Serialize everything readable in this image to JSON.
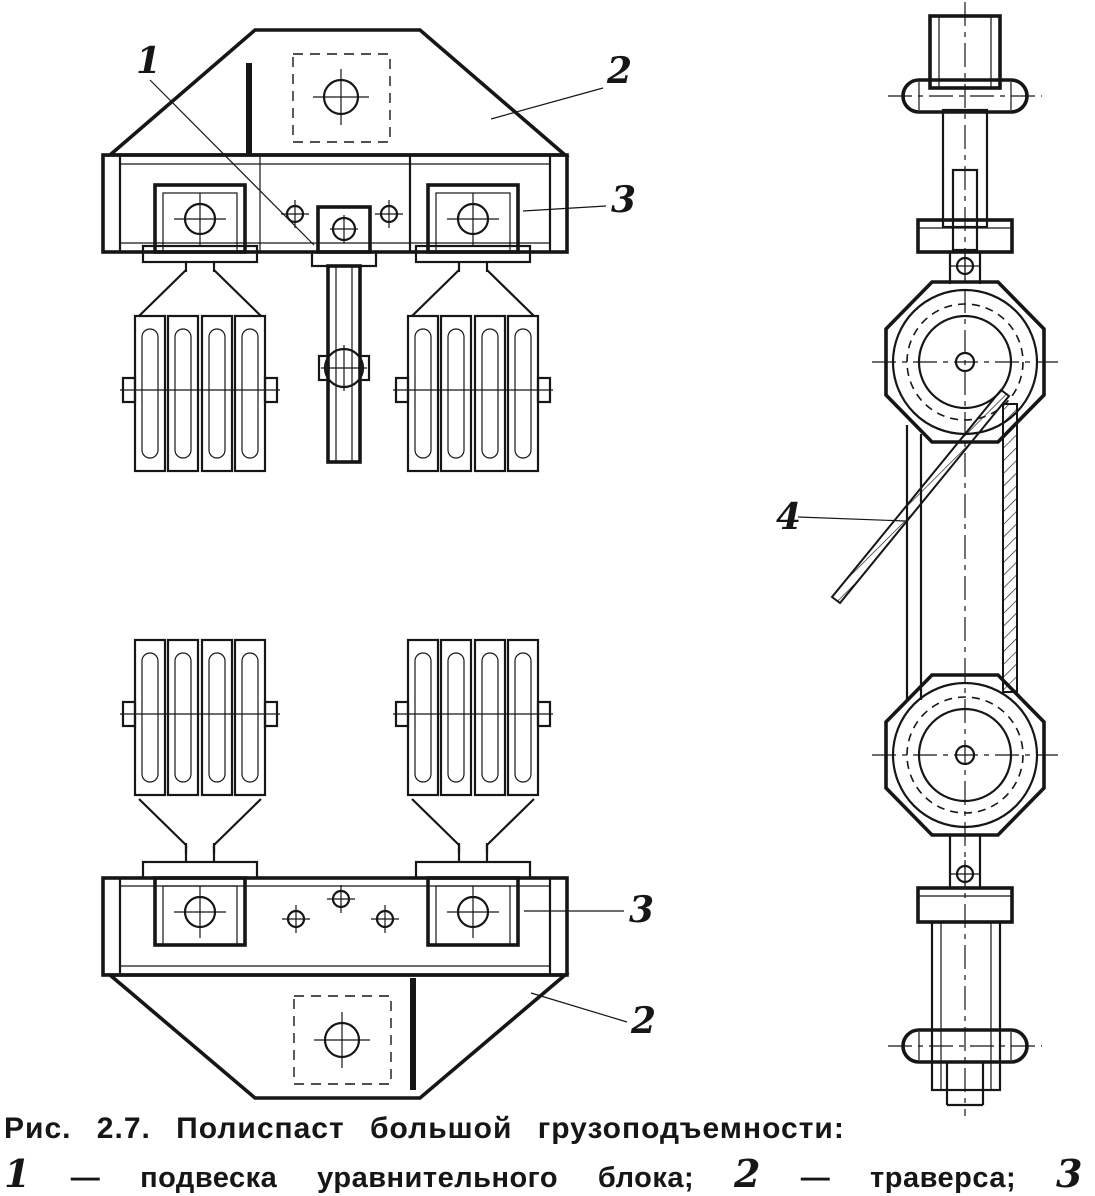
{
  "figure": {
    "type": "technical-drawing",
    "subject": "heavy-duty pulley block (polispast) assembly, two plan views and one side view"
  },
  "colors": {
    "ink": "#161616",
    "paper": "#ffffff"
  },
  "labels": {
    "top_1": "1",
    "top_2": "2",
    "top_3": "3",
    "bottom_3": "3",
    "bottom_2": "2",
    "side_4": "4"
  },
  "caption": {
    "line1": "Рис. 2.7. Полиспаст большой грузоподъемности:",
    "line2_tokens": [
      {
        "t": "1"
      },
      {
        "t": "—"
      },
      {
        "t": "подвеска"
      },
      {
        "t": "уравнительного"
      },
      {
        "t": "блока;"
      },
      {
        "t": "2"
      },
      {
        "t": "—"
      },
      {
        "t": "траверса;"
      },
      {
        "t": "3"
      }
    ]
  }
}
